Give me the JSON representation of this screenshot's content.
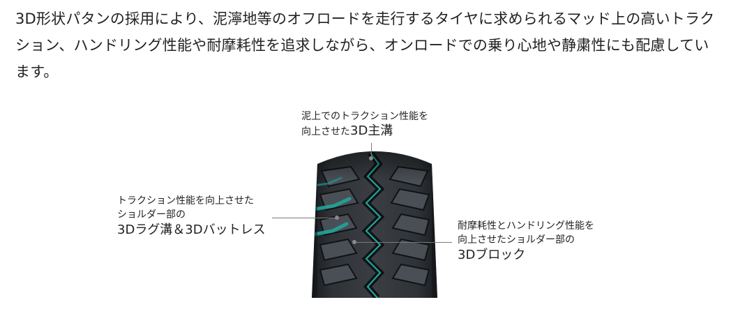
{
  "intro": {
    "text": "3D形状パタンの採用により、泥濘地等のオフロードを走行するタイヤに求められるマッド上の高いトラクション、ハンドリング性能や耐摩耗性を追求しながら、オンロードでの乗り心地や静粛性にも配慮しています。"
  },
  "figure": {
    "callouts": {
      "top": {
        "line1": "泥上でのトラクション性能を",
        "line2_small": "向上させた",
        "line2_big": "3D主溝"
      },
      "left": {
        "line1": "トラクション性能を向上させた",
        "line2": "ショルダー部の",
        "line3": "3Dラグ溝＆3Dバットレス"
      },
      "right": {
        "line1": "耐摩耗性とハンドリング性能を",
        "line2": "向上させたショルダー部の",
        "line3": "3Dブロック"
      }
    },
    "colors": {
      "tread": "#2a2d30",
      "groove_highlight": "#1fa59b",
      "leader": "#7a7a7a"
    }
  }
}
